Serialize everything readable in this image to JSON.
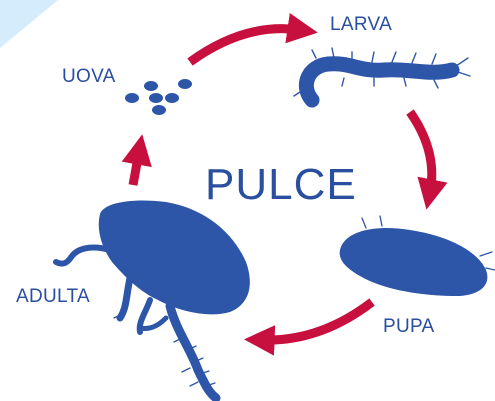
{
  "diagram": {
    "title": "PULCE",
    "stages": {
      "egg": "UOVA",
      "larva": "LARVA",
      "pupa": "PUPA",
      "adult": "ADULTA"
    }
  },
  "colors": {
    "text": "#2a4ea0",
    "silhouette": "#2e56a8",
    "arrow": "#c8103e",
    "corner_accent": "#d4ecfb"
  },
  "icons": [
    "egg-cluster-icon",
    "larva-icon",
    "pupa-icon",
    "adult-flea-icon",
    "cycle-arrow-icon"
  ]
}
